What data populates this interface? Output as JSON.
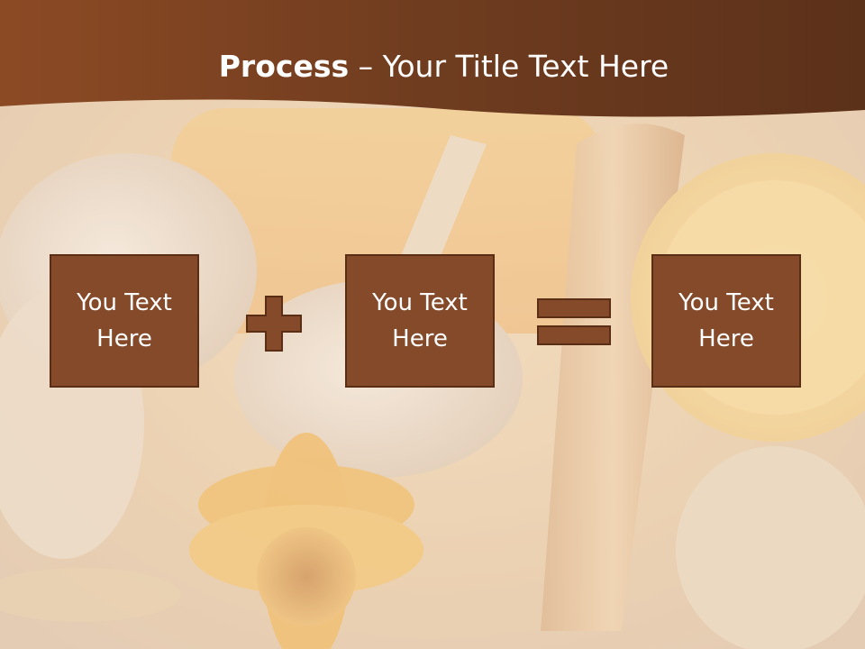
{
  "slide": {
    "title_bold": "Process",
    "title_dash": " – ",
    "title_rest": "Your Title Text Here",
    "boxes": [
      {
        "text": "You Text Here"
      },
      {
        "text": "You Text Here"
      },
      {
        "text": "You Text Here"
      }
    ],
    "operators": [
      "plus-icon",
      "equals-icon"
    ]
  },
  "colors": {
    "header": "#6b3a1f",
    "box_fill": "#844a2a",
    "box_border": "#5a2e14",
    "background": "#e9d2b8"
  }
}
